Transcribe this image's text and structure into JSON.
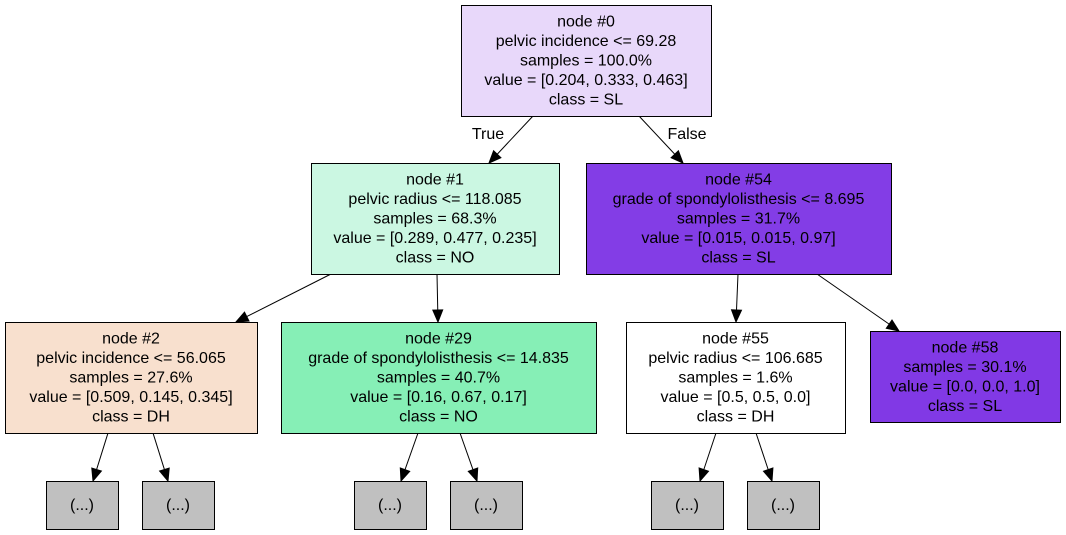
{
  "diagram": {
    "edge_labels": {
      "true_label": "True",
      "false_label": "False"
    },
    "nodes": [
      {
        "id": "n0",
        "lines": [
          "node #0",
          "pelvic incidence <= 69.28",
          "samples = 100.0%",
          "value = [0.204, 0.333, 0.463]",
          "class = SL"
        ],
        "fill": "#e8d8fa"
      },
      {
        "id": "n1",
        "lines": [
          "node #1",
          "pelvic radius <= 118.085",
          "samples = 68.3%",
          "value = [0.289, 0.477, 0.235]",
          "class = NO"
        ],
        "fill": "#cbf7e2"
      },
      {
        "id": "n54",
        "lines": [
          "node #54",
          "grade of spondylolisthesis <= 8.695",
          "samples = 31.7%",
          "value = [0.015, 0.015, 0.97]",
          "class = SL"
        ],
        "fill": "#833de6"
      },
      {
        "id": "n2",
        "lines": [
          "node #2",
          "pelvic incidence <= 56.065",
          "samples = 27.6%",
          "value = [0.509, 0.145, 0.345]",
          "class = DH"
        ],
        "fill": "#f8e0ce"
      },
      {
        "id": "n29",
        "lines": [
          "node #29",
          "grade of spondylolisthesis <= 14.835",
          "samples = 40.7%",
          "value = [0.16, 0.67, 0.17]",
          "class = NO"
        ],
        "fill": "#86efb6"
      },
      {
        "id": "n55",
        "lines": [
          "node #55",
          "pelvic radius <= 106.685",
          "samples = 1.6%",
          "value = [0.5, 0.5, 0.0]",
          "class = DH"
        ],
        "fill": "#ffffff"
      },
      {
        "id": "n58",
        "lines": [
          "node #58",
          "samples = 30.1%",
          "value = [0.0, 0.0, 1.0]",
          "class = SL"
        ],
        "fill": "#8139e5"
      },
      {
        "id": "l1",
        "lines": [
          "(...)"
        ],
        "fill": "#c0c0c0"
      },
      {
        "id": "l2",
        "lines": [
          "(...)"
        ],
        "fill": "#c0c0c0"
      },
      {
        "id": "l3",
        "lines": [
          "(...)"
        ],
        "fill": "#c0c0c0"
      },
      {
        "id": "l4",
        "lines": [
          "(...)"
        ],
        "fill": "#c0c0c0"
      },
      {
        "id": "l5",
        "lines": [
          "(...)"
        ],
        "fill": "#c0c0c0"
      },
      {
        "id": "l6",
        "lines": [
          "(...)"
        ],
        "fill": "#c0c0c0"
      }
    ],
    "edges": [
      {
        "from": "n0",
        "to": "n1",
        "label": "true_label"
      },
      {
        "from": "n0",
        "to": "n54",
        "label": "false_label"
      },
      {
        "from": "n1",
        "to": "n2"
      },
      {
        "from": "n1",
        "to": "n29"
      },
      {
        "from": "n54",
        "to": "n55"
      },
      {
        "from": "n54",
        "to": "n58"
      },
      {
        "from": "n2",
        "to": "l1"
      },
      {
        "from": "n2",
        "to": "l2"
      },
      {
        "from": "n29",
        "to": "l3"
      },
      {
        "from": "n29",
        "to": "l4"
      },
      {
        "from": "n55",
        "to": "l5"
      },
      {
        "from": "n55",
        "to": "l6"
      }
    ]
  }
}
